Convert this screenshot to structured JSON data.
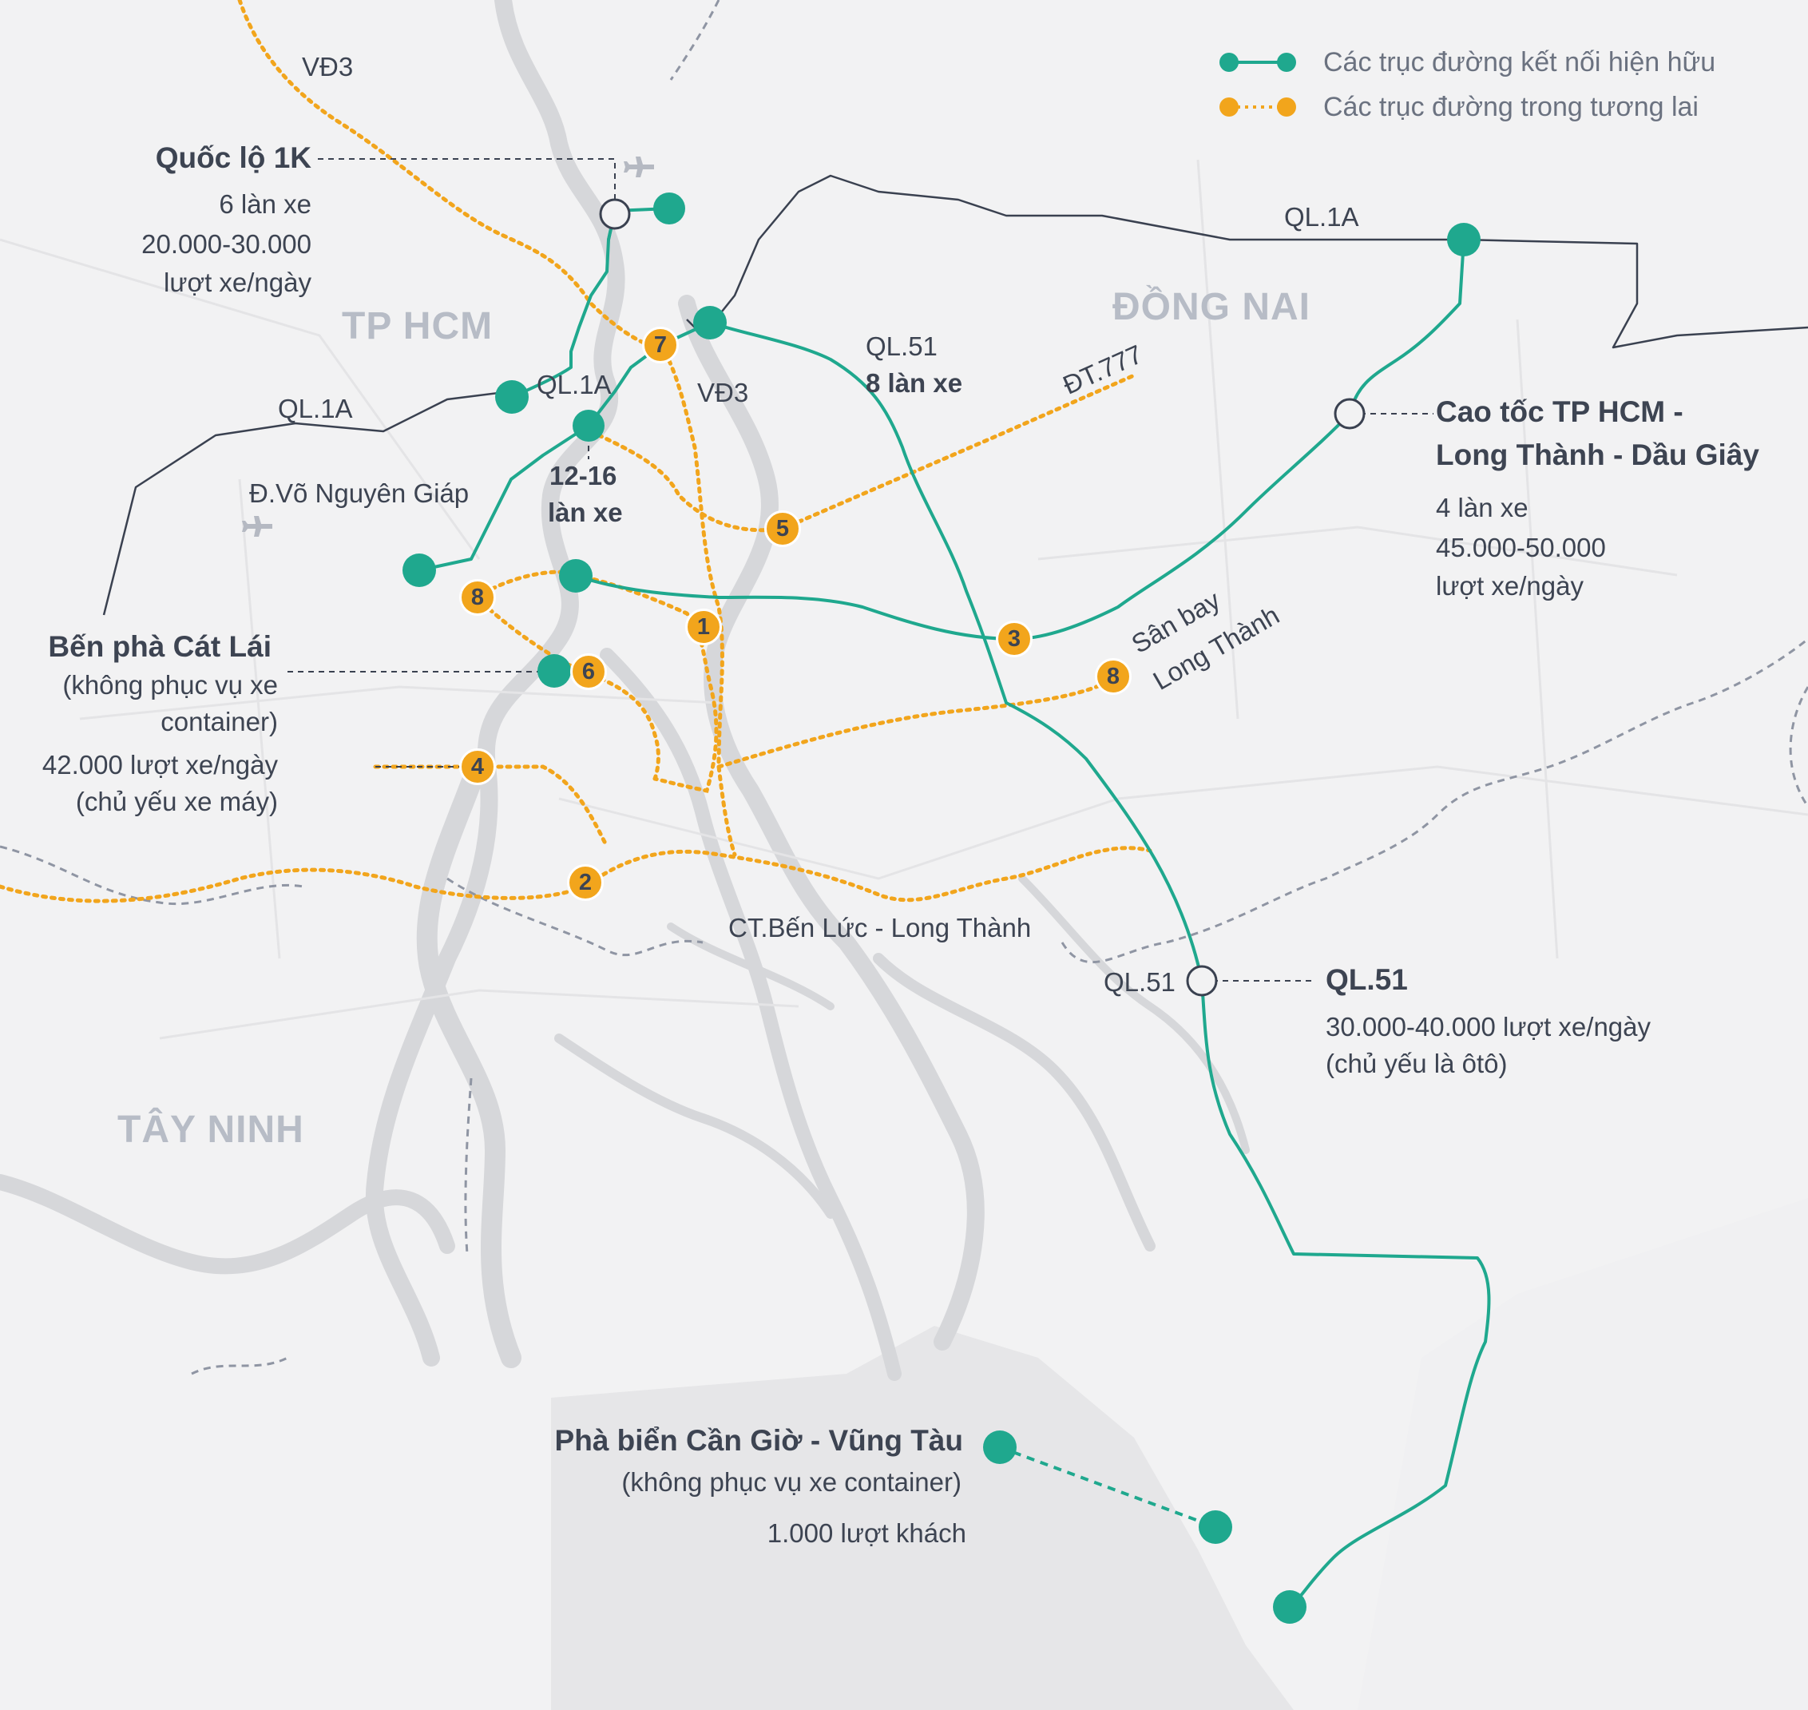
{
  "legend": {
    "existing_label": "Các trục đường kết nối hiện hữu",
    "future_label": "Các trục đường trong tương lai"
  },
  "colors": {
    "existing": "#1fa88e",
    "future": "#f2a51c",
    "boundary": "#3a4150",
    "text": "#3d4452",
    "water": "#d6d7da"
  },
  "regions": {
    "tphcm": "TP HCM",
    "dongnai": "ĐỒNG NAI",
    "tayninh": "TÂY NINH"
  },
  "roads": {
    "vd3_top": "VĐ3",
    "vd3_mid": "VĐ3",
    "ql1a_east": "QL.1A",
    "ql1a_center": "QL.1A",
    "ql1a_west": "QL.1A",
    "ql51_top": "QL.51",
    "ql51_top_lanes": "8 làn xe",
    "dt777": "ĐT.777",
    "vo_nguyen_giap": "Đ.Võ Nguyên Giáp",
    "lanes_12_16": "12-16",
    "lanes_12_16_b": "làn xe",
    "ben_luc": "CT.Bến Lức -  Long Thành",
    "ql51_south": "QL.51",
    "airport_line1": "Sân bay",
    "airport_line2": "Long Thành"
  },
  "callouts": {
    "ql1k": {
      "title": "Quốc lộ 1K",
      "line1": "6 làn xe",
      "line2": "20.000-30.000",
      "line3": "lượt xe/ngày"
    },
    "cao_toc": {
      "title1": "Cao tốc TP HCM -",
      "title2": "Long Thành - Dầu Giây",
      "line1": "4 làn xe",
      "line2": "45.000-50.000",
      "line3": "lượt xe/ngày"
    },
    "cat_lai": {
      "title": "Bến phà Cát Lái",
      "line1": "(không phục vụ xe",
      "line2": "container)",
      "line3": "42.000 lượt xe/ngày",
      "line4": "(chủ yếu xe máy)"
    },
    "ql51": {
      "title": "QL.51",
      "line1": "30.000-40.000 lượt xe/ngày",
      "line2": "(chủ yếu là ôtô)"
    },
    "can_gio": {
      "title": "Phà biển Cần Giờ - Vũng Tàu",
      "line1": "(không phục vụ xe container)",
      "line2": "1.000 lượt khách"
    }
  },
  "markers": {
    "m1": "1",
    "m2": "2",
    "m3": "3",
    "m4": "4",
    "m5": "5",
    "m6": "6",
    "m7": "7",
    "m8a": "8",
    "m8b": "8"
  }
}
